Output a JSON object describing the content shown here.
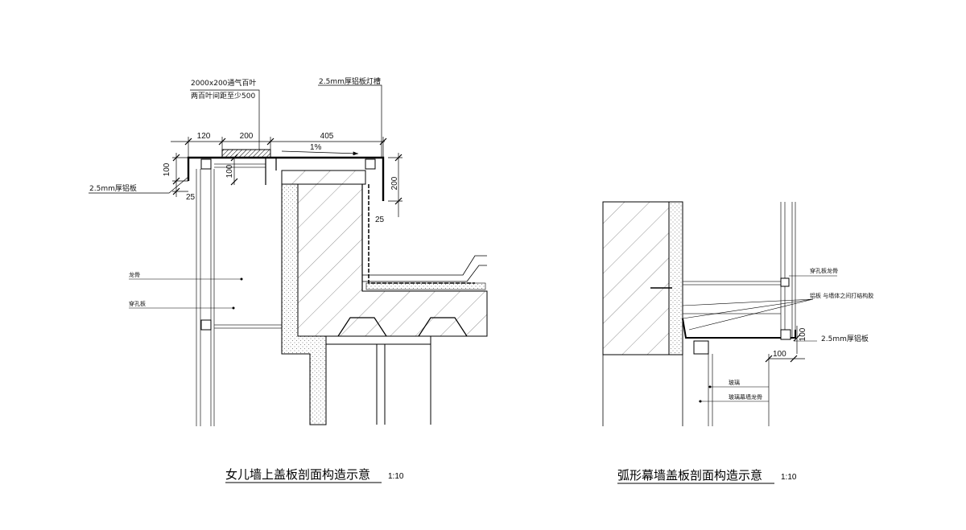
{
  "left_detail": {
    "title": "女儿墙上盖板剖面构造示意",
    "scale": "1:10",
    "notes": {
      "vent_line1": "2000x200通气百叶",
      "vent_line2": "两百叶间距至少500",
      "gutter": "2.5mm厚铝板灯槽",
      "plate": "2.5mm厚铝板",
      "mullion": "龙骨",
      "perforated": "穿孔板"
    },
    "dims": {
      "d120": "120",
      "d200": "200",
      "d405": "405",
      "slope": "1%",
      "v100a": "100",
      "v100b": "100",
      "v25a": "25",
      "v200": "200",
      "v25b": "25"
    }
  },
  "right_detail": {
    "title": "弧形幕墙盖板剖面构造示意",
    "scale": "1:10",
    "notes": {
      "perf_keel": "穿孔板龙骨",
      "sealant": "铝板 与墙体之间打结构胶",
      "plate": "2.5mm厚铝板",
      "glass": "玻璃",
      "glass_keel": "玻璃幕墙龙骨"
    },
    "dims": {
      "v100": "100",
      "h100": "100"
    }
  }
}
